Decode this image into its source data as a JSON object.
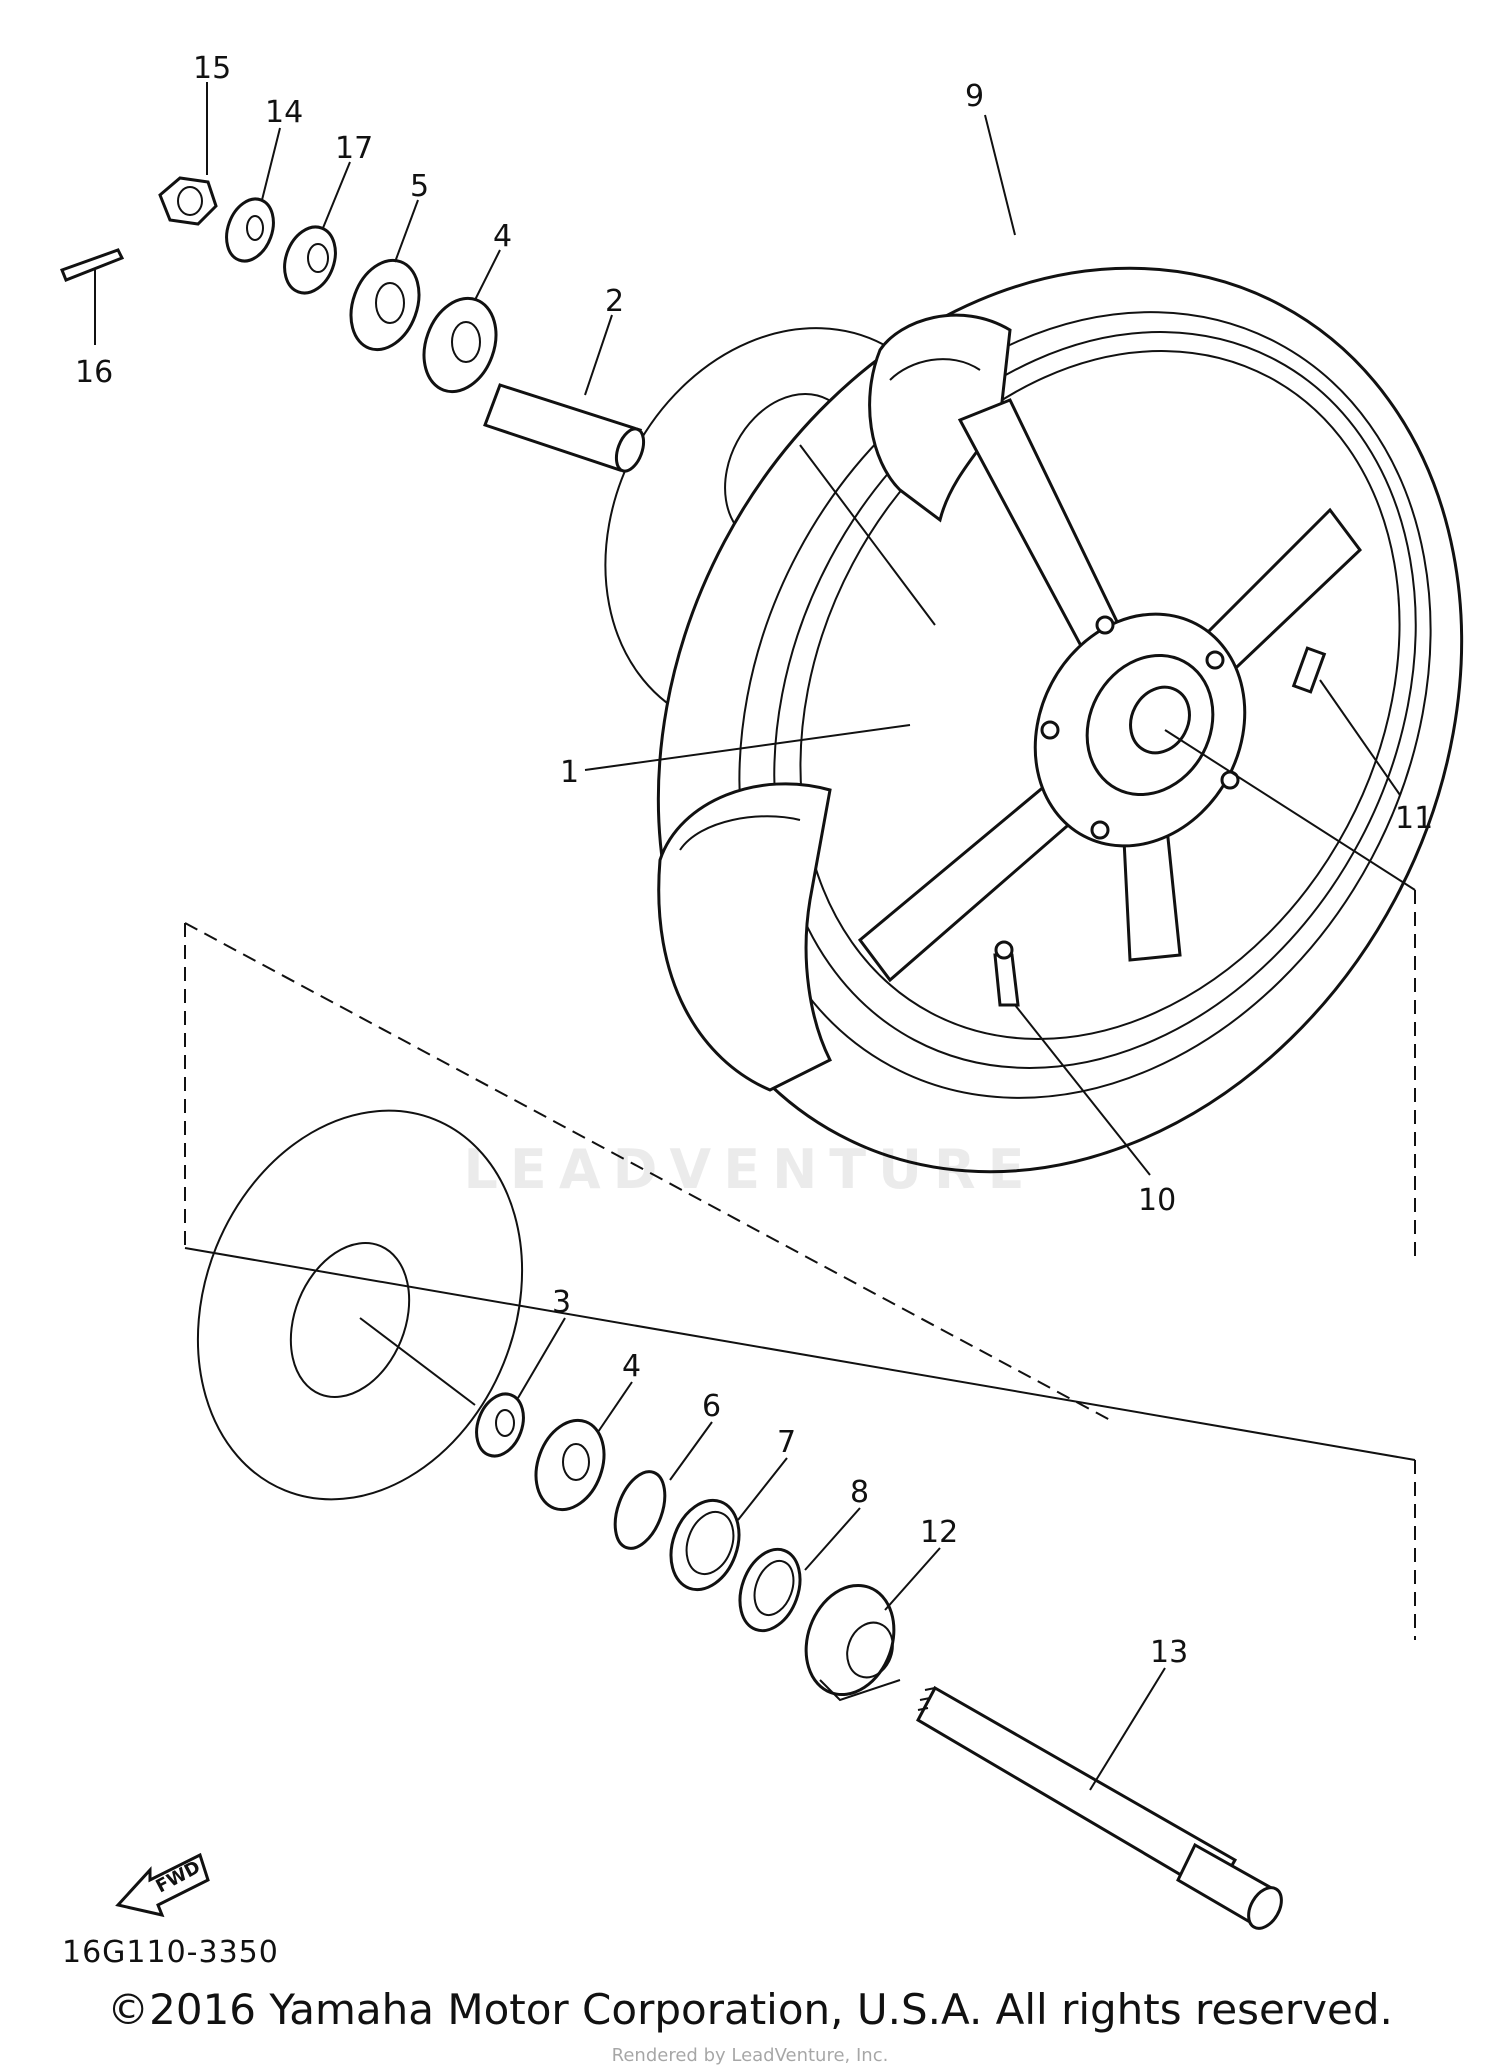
{
  "callouts": [
    "15",
    "14",
    "17",
    "5",
    "4",
    "2",
    "16",
    "9",
    "1",
    "11",
    "10",
    "3",
    "4",
    "6",
    "7",
    "8",
    "12",
    "13"
  ],
  "fwd_label": "FWD",
  "diagram_code": "16G110-3350",
  "copyright": "©2016 Yamaha Motor Corporation, U.S.A. All rights reserved.",
  "watermark": "LEADVENTURE",
  "credit": "Rendered by LeadVenture, Inc."
}
